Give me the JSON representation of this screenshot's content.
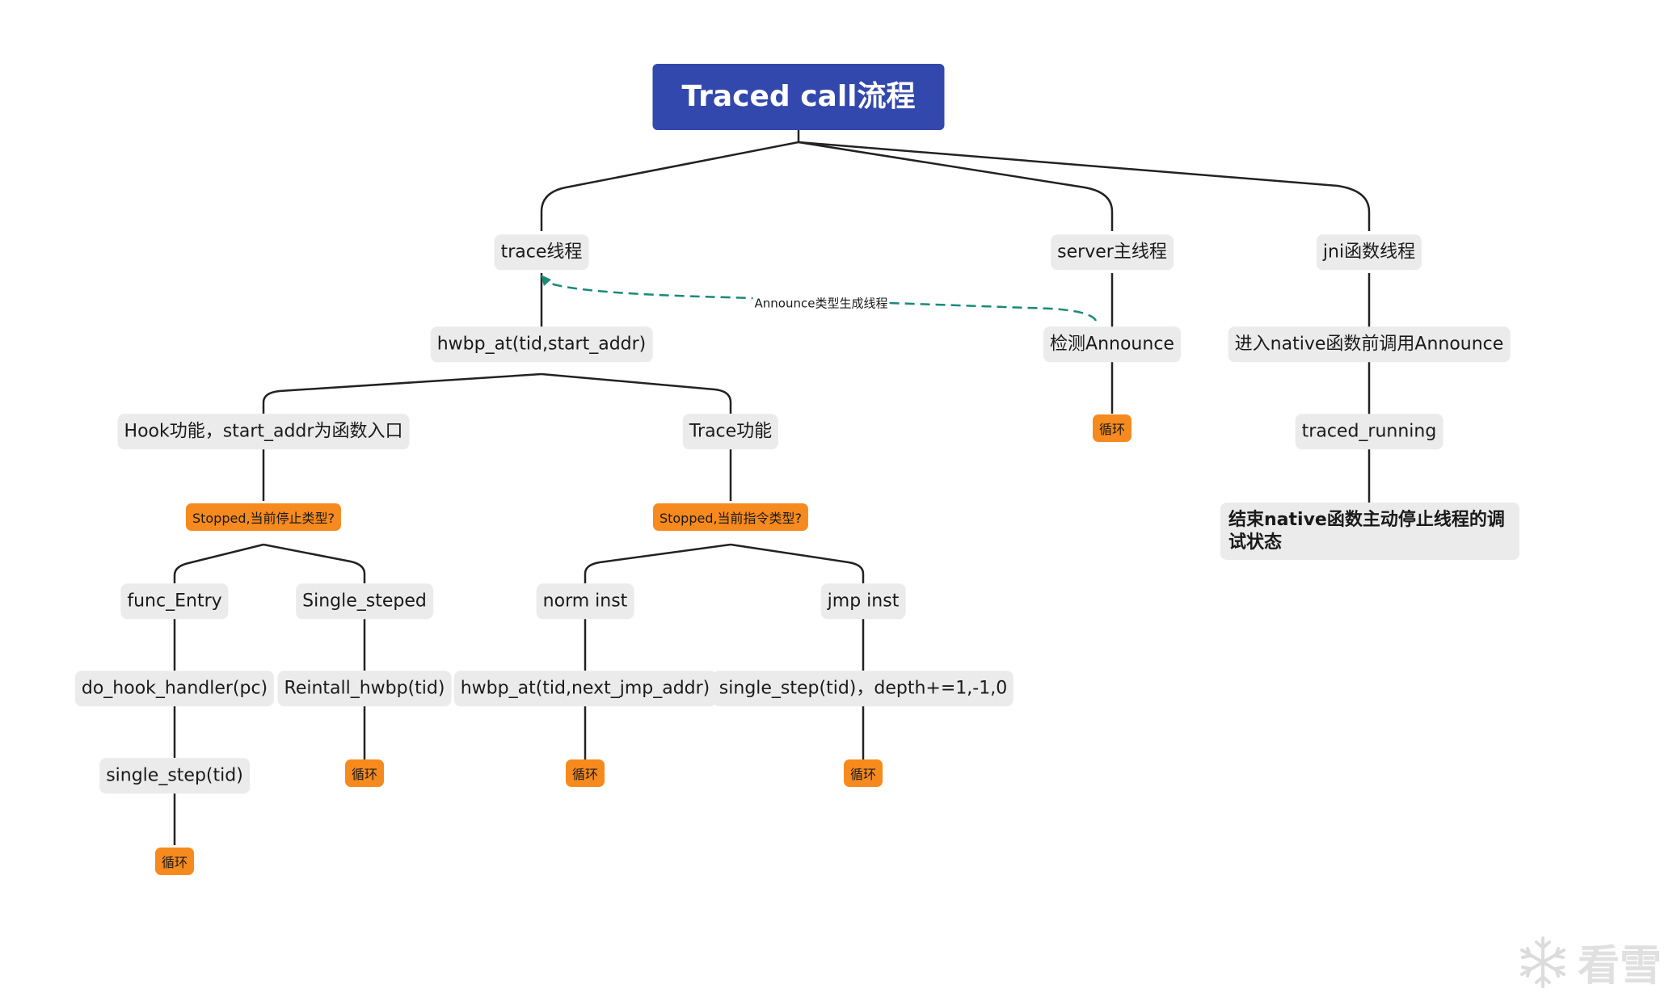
{
  "root": {
    "label": "Traced call流程"
  },
  "threads": {
    "trace": "trace线程",
    "server": "server主线程",
    "jni": "jni函数线程"
  },
  "trace_branch": {
    "hwbp": "hwbp_at(tid,start_addr)",
    "hook": "Hook功能，start_addr为函数入口",
    "trace_func": "Trace功能",
    "stopped_stop_type": "Stopped,当前停止类型?",
    "stopped_inst_type": "Stopped,当前指令类型?",
    "func_entry": "func_Entry",
    "single_steped": "Single_steped",
    "norm_inst": "norm inst",
    "jmp_inst": "jmp inst",
    "do_hook_handler": "do_hook_handler(pc)",
    "reintall_hwbp": "Reintall_hwbp(tid)",
    "hwbp_next": "hwbp_at(tid,next_jmp_addr)",
    "single_step_depth": "single_step(tid)，depth+=1,-1,0",
    "single_step": "single_step(tid)"
  },
  "server_branch": {
    "detect": "检测Announce"
  },
  "jni_branch": {
    "enter": "进入native函数前调用Announce",
    "running": "traced_running",
    "end": "结束native函数主动停止线程的调试状态"
  },
  "loop_label": "循环",
  "edge_labels": {
    "announce": "Announce类型生成线程"
  },
  "watermark": {
    "text": "看雪"
  },
  "colors": {
    "root_bg": "#3348ad",
    "node_bg": "#ebebeb",
    "tag_bg": "#f68a1e",
    "dashed_edge": "#1a8a77"
  }
}
